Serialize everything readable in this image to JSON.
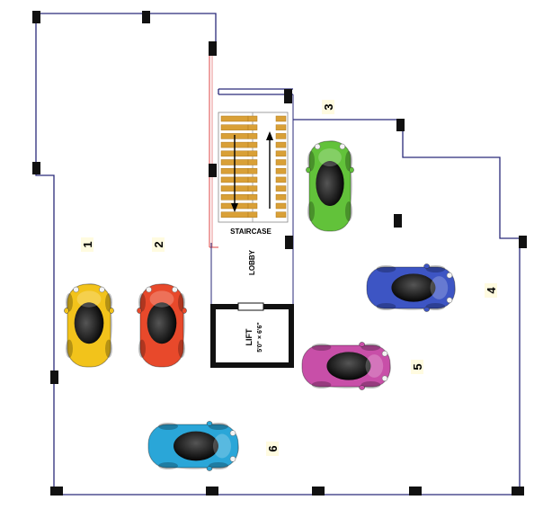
{
  "plan": {
    "staircase_label": "STAIRCASE",
    "lobby_label": "LOBBY",
    "lift_label": "LIFT",
    "lift_size": "5'0\" × 6'6\""
  },
  "spots": [
    {
      "number": "1",
      "car_color": "#f2c31b"
    },
    {
      "number": "2",
      "car_color": "#e8492b"
    },
    {
      "number": "3",
      "car_color": "#62c23a"
    },
    {
      "number": "4",
      "car_color": "#3d55c4"
    },
    {
      "number": "5",
      "car_color": "#c84fa8"
    },
    {
      "number": "6",
      "car_color": "#2aa6d8"
    }
  ],
  "colors": {
    "wall": "#2a2a7a",
    "column": "#111111",
    "stair_tread": "#d9a037",
    "lift_wall": "#111111"
  }
}
